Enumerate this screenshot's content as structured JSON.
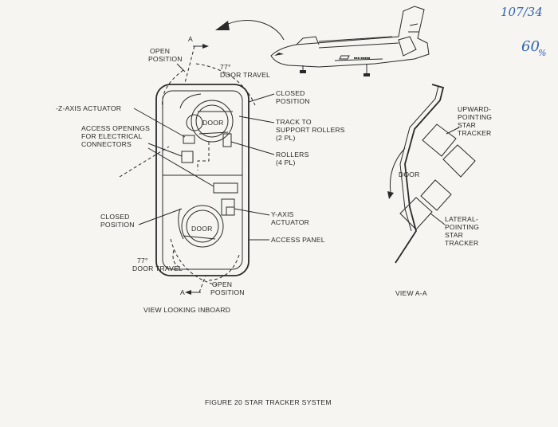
{
  "handwritten": {
    "line1": "107/34",
    "line2": "60",
    "line3": "%"
  },
  "labels": {
    "section_a_top": "A",
    "section_a_bottom": "A",
    "open_position_top": [
      "OPEN",
      "POSITION"
    ],
    "door_travel_top": [
      "77°",
      "DOOR TRAVEL"
    ],
    "closed_position_top": [
      "CLOSED",
      "POSITION"
    ],
    "z_axis_actuator": "-Z-AXIS ACTUATOR",
    "access_openings": [
      "ACCESS OPENINGS",
      "FOR ELECTRICAL",
      "CONNECTORS"
    ],
    "track": [
      "TRACK TO",
      "SUPPORT ROLLERS",
      "(2 PL)"
    ],
    "rollers": [
      "ROLLERS",
      "(4 PL)"
    ],
    "door_top": "DOOR",
    "door_bottom": "DOOR",
    "closed_position_left": [
      "CLOSED",
      "POSITION"
    ],
    "y_axis_actuator": [
      "Y-AXIS",
      "ACTUATOR"
    ],
    "access_panel": "ACCESS PANEL",
    "door_travel_bottom": [
      "77°",
      "DOOR TRAVEL"
    ],
    "open_position_bottom": [
      "OPEN",
      "POSITION"
    ],
    "view_looking_inboard": "VIEW LOOKING INBOARD",
    "upward_tracker": [
      "UPWARD-",
      "POINTING",
      "STAR",
      "TRACKER"
    ],
    "door_section": "DOOR",
    "lateral_tracker": [
      "LATERAL-",
      "POINTING",
      "STAR",
      "TRACKER"
    ],
    "view_aa": "VIEW A-A"
  },
  "caption": "FIGURE 20   STAR TRACKER SYSTEM"
}
